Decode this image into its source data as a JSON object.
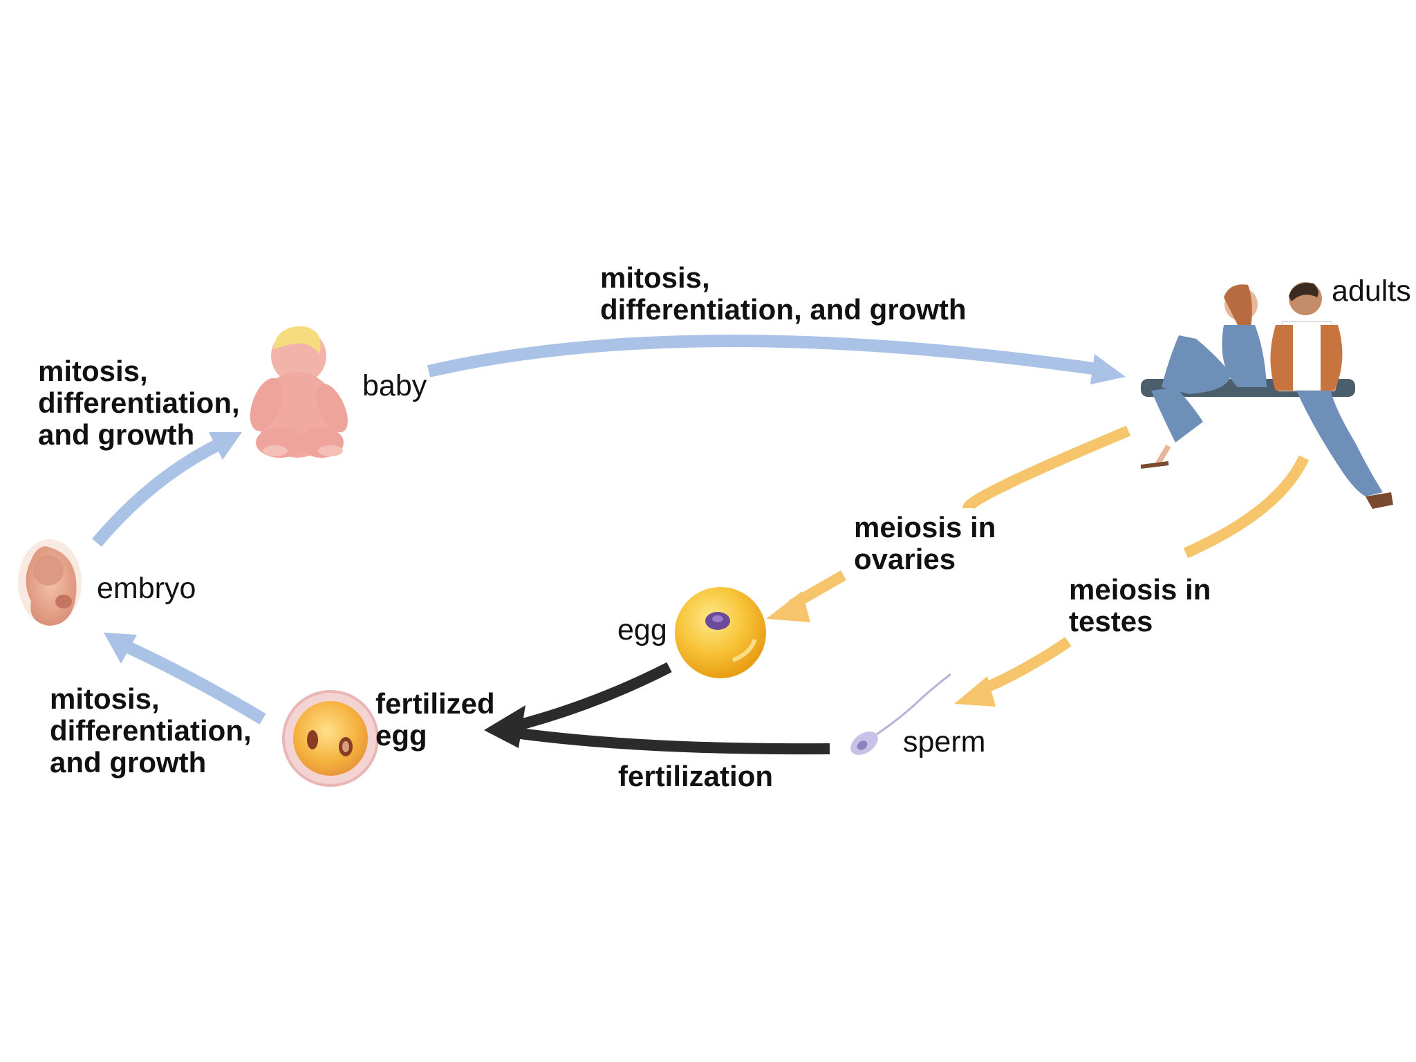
{
  "colors": {
    "mitosis_arrow": "#a9c2e6",
    "meiosis_arrow": "#f6c46a",
    "fertilization_arrow": "#2b2b2b",
    "text": "#111111",
    "background": "#ffffff"
  },
  "stages": {
    "adults": "adults",
    "baby": "baby",
    "embryo": "embryo",
    "egg": "egg",
    "sperm": "sperm",
    "fertilized_egg": [
      "fertilized",
      "egg"
    ]
  },
  "processes": {
    "baby_to_adults": [
      "mitosis,",
      "differentiation, and growth"
    ],
    "embryo_to_baby": [
      "mitosis,",
      "differentiation,",
      "and growth"
    ],
    "fertilized_egg_to_embryo": [
      "mitosis,",
      "differentiation,",
      "and growth"
    ],
    "meiosis_ovaries": [
      "meiosis in",
      "ovaries"
    ],
    "meiosis_testes": [
      "meiosis in",
      "testes"
    ],
    "fertilization": "fertilization"
  },
  "icons": [
    "adults-illustration",
    "baby-illustration",
    "embryo-illustration",
    "egg-cell-illustration",
    "sperm-cell-illustration",
    "fertilized-egg-illustration"
  ]
}
